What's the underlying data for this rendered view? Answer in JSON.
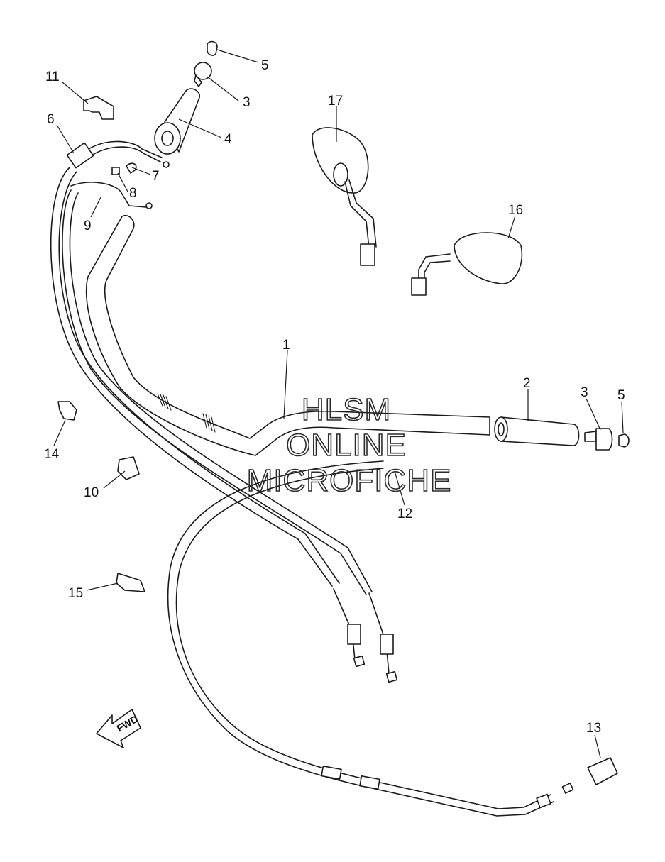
{
  "diagram": {
    "watermark": [
      "HLSM",
      "ONLINE",
      "MICROFICHE"
    ],
    "fwd_label": "FWD",
    "callouts": [
      "1",
      "2",
      "3",
      "3",
      "4",
      "5",
      "5",
      "6",
      "7",
      "8",
      "9",
      "10",
      "11",
      "12",
      "13",
      "14",
      "15",
      "16",
      "17"
    ]
  }
}
